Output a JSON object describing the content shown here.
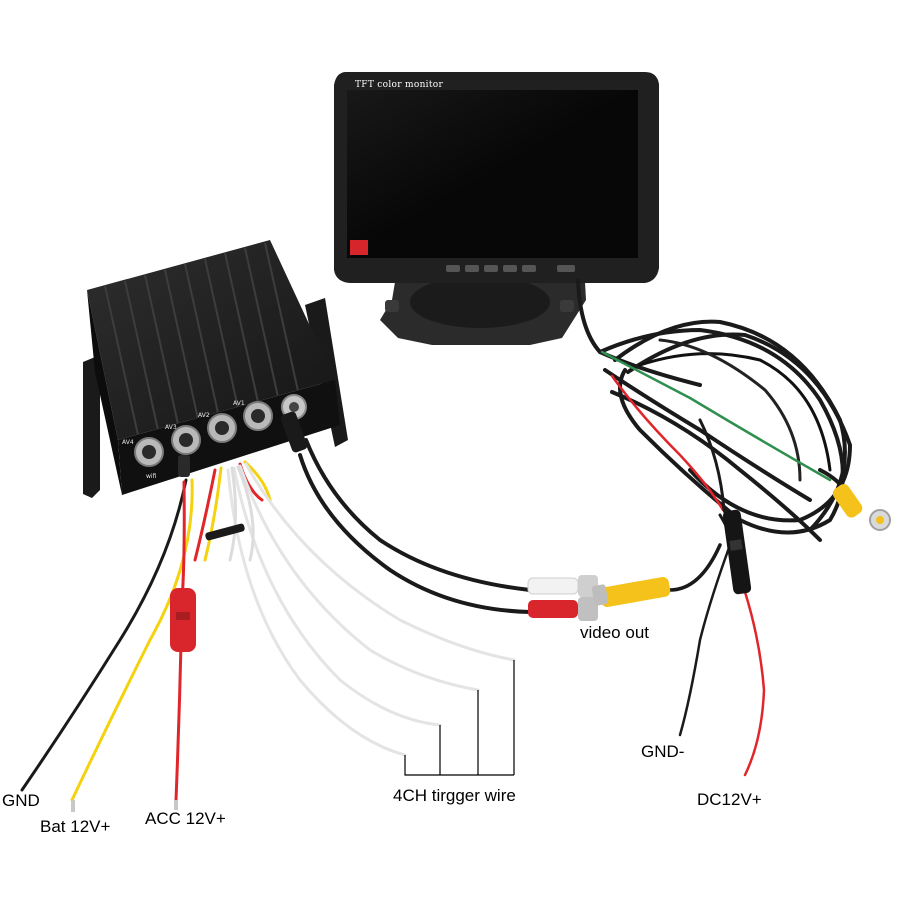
{
  "monitor": {
    "screen_text": "TFT color monitor"
  },
  "dvr": {
    "port_labels": [
      "AV4",
      "AV3",
      "AV2",
      "AV1"
    ],
    "led_label": "wifi"
  },
  "labels": {
    "gnd": "GND",
    "bat": "Bat 12V+",
    "acc": "ACC 12V+",
    "trigger": "4CH tirgger wire",
    "video_out": "video out",
    "gnd_minus": "GND-",
    "dc12v": "DC12V+"
  },
  "colors": {
    "black_wire": "#1a1a1a",
    "red_wire": "#e0262b",
    "yellow_wire": "#f5d20f",
    "white_wire": "#e9e9e9",
    "green_wire": "#2f8f4e",
    "rca_yellow": "#f4c21a",
    "rca_red": "#d9252c"
  }
}
